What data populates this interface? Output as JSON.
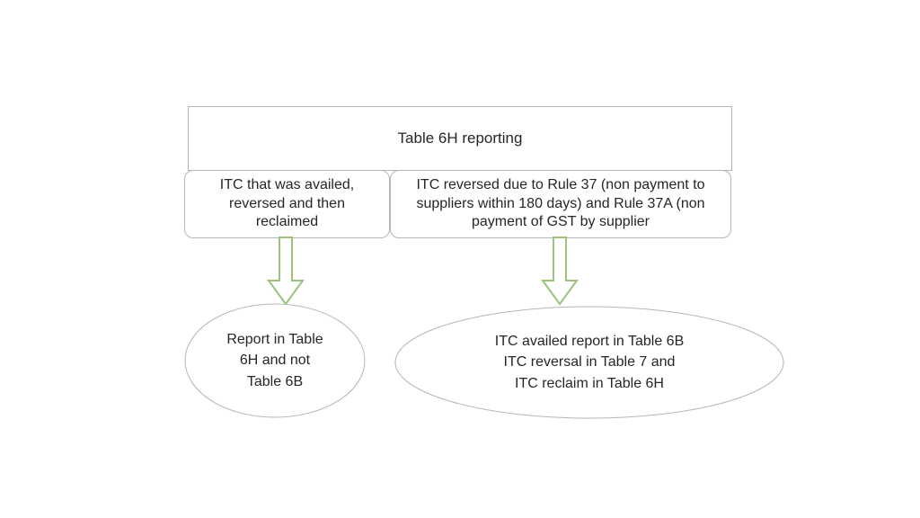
{
  "diagram": {
    "title": "Table 6H reporting flow",
    "colors": {
      "shape_stroke": "#b6b6b6",
      "arrow_stroke": "#9ac47e",
      "text": "#262626",
      "background": "#ffffff"
    },
    "header": {
      "label": "Table 6H reporting"
    },
    "criteria": [
      {
        "id": "left",
        "label": "ITC that was availed,\nreversed and then\nreclaimed"
      },
      {
        "id": "right",
        "label": "ITC reversed due to Rule 37 (non payment to\nsuppliers within 180 days) and Rule 37A (non\npayment of GST by supplier"
      }
    ],
    "connectors": [
      {
        "id": "left-arrow",
        "icon": "down-block-arrow-icon",
        "direction": "down"
      },
      {
        "id": "right-arrow",
        "icon": "down-block-arrow-icon",
        "direction": "down"
      }
    ],
    "outcomes": [
      {
        "id": "left",
        "label": "Report in Table\n6H and not\nTable 6B"
      },
      {
        "id": "right",
        "label": "ITC availed report in Table 6B\nITC reversal in Table 7 and\nITC reclaim in Table 6H"
      }
    ]
  }
}
